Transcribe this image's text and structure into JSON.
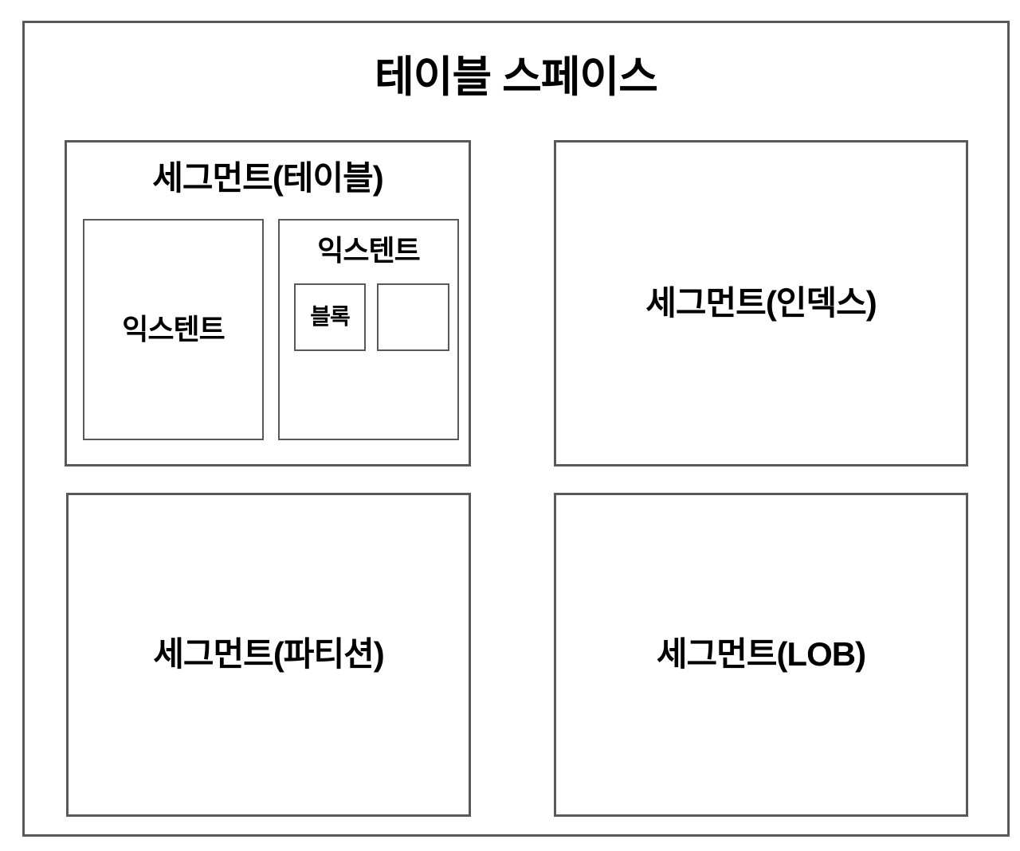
{
  "diagram": {
    "title": "테이블 스페이스",
    "segment_table": {
      "label": "세그먼트(테이블)",
      "extent_left": {
        "label": "익스텐트"
      },
      "extent_right": {
        "label": "익스텐트",
        "block": {
          "label": "블록"
        },
        "empty_block": {
          "label": ""
        }
      }
    },
    "segment_index": {
      "label": "세그먼트(인덱스)"
    },
    "segment_partition": {
      "label": "세그먼트(파티션)"
    },
    "segment_lob": {
      "label": "세그먼트(LOB)"
    },
    "colors": {
      "border": "#595959",
      "text": "#000000",
      "background": "#ffffff"
    }
  }
}
